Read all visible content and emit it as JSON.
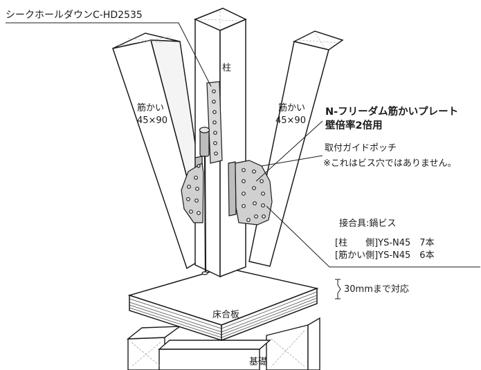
{
  "labels": {
    "holdown": "シークホールダウンC-HD2535",
    "column": "柱",
    "brace_left_1": "筋かい",
    "brace_left_2": "45×90",
    "brace_right_1": "筋かい",
    "brace_right_2": "45×90",
    "plate_title_1": "N-フリーダム筋かいプレート",
    "plate_title_2": "壁倍率2倍用",
    "guide_1": "取付ガイドポッチ",
    "guide_2": "※これはビス穴ではありません。",
    "fastener_title": "接合具:鍋ビス",
    "fastener_col": "[柱　　側]YS-N45　7本",
    "fastener_brace": "[筋かい側]YS-N45　6本",
    "thickness": "30mmまで対応",
    "floor": "床合板",
    "foundation": "基礎"
  },
  "colors": {
    "line": "#1a1a1a",
    "plate": "#cfcfcf",
    "metal": "#d8d8d8",
    "wood": "#ffffff"
  }
}
